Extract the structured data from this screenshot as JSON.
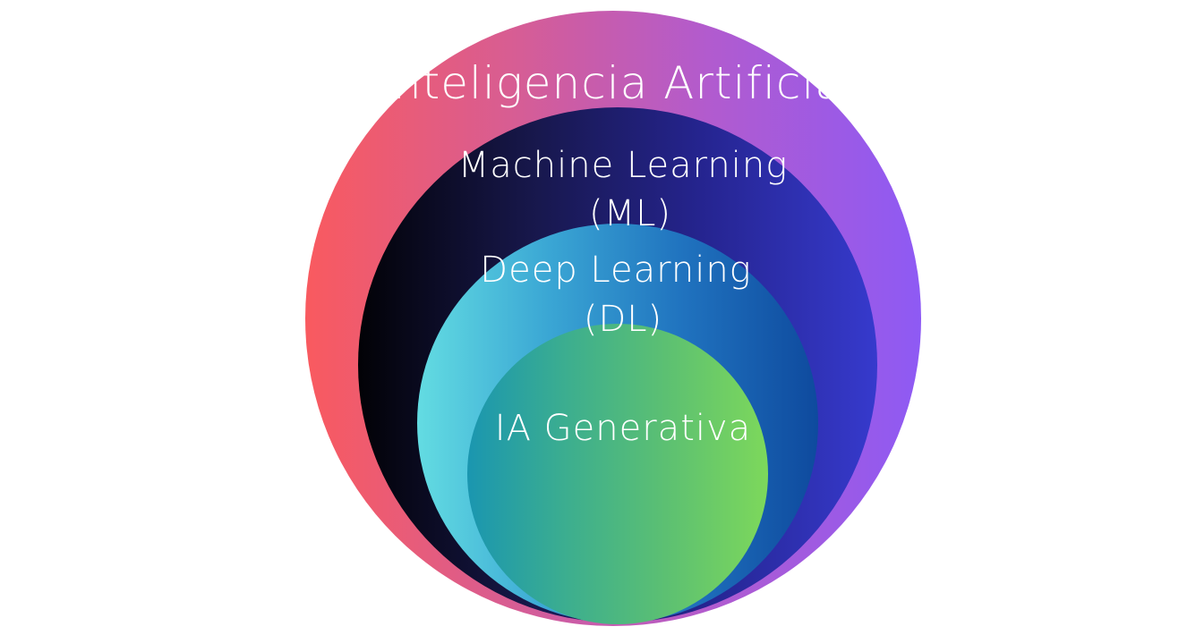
{
  "diagram": {
    "type": "nested-circles",
    "rings": [
      {
        "id": "ai",
        "lines": [
          "Inteligencia Artificial"
        ],
        "gradient": [
          "#f95a5f",
          "#d85d92",
          "#b15bcf",
          "#8e5af4"
        ]
      },
      {
        "id": "ml",
        "lines": [
          "Machine Learning",
          "(ML)"
        ],
        "gradient": [
          "#020206",
          "#17174a",
          "#25248f",
          "#363acd"
        ]
      },
      {
        "id": "dl",
        "lines": [
          "Deep Learning",
          "(DL)"
        ],
        "gradient": [
          "#63dce2",
          "#3aa6d4",
          "#2073bf",
          "#0e4a9e"
        ]
      },
      {
        "id": "genai",
        "lines": [
          "IA Generativa"
        ],
        "gradient": [
          "#1a96b0",
          "#3cae8f",
          "#5cc072",
          "#7dd85b"
        ]
      }
    ]
  }
}
